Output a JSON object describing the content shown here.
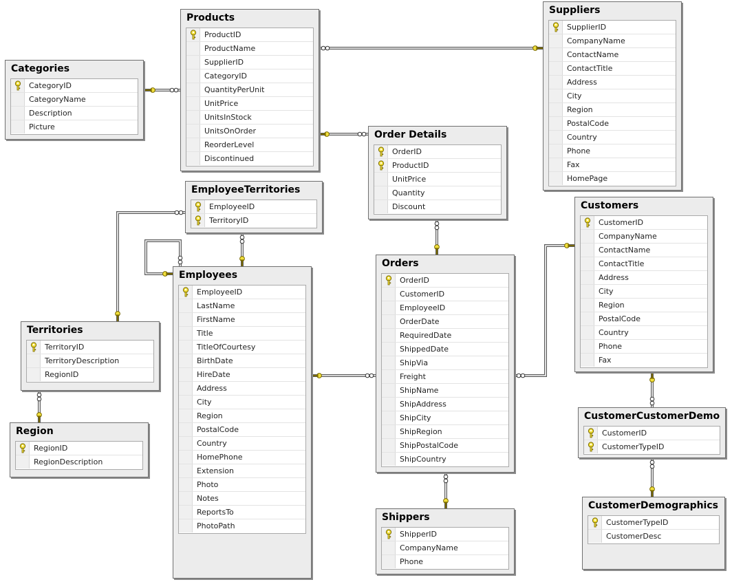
{
  "tables": [
    {
      "id": "products",
      "title": "Products",
      "columns": [
        {
          "name": "ProductID",
          "pk": true
        },
        {
          "name": "ProductName",
          "pk": false
        },
        {
          "name": "SupplierID",
          "pk": false
        },
        {
          "name": "CategoryID",
          "pk": false
        },
        {
          "name": "QuantityPerUnit",
          "pk": false
        },
        {
          "name": "UnitPrice",
          "pk": false
        },
        {
          "name": "UnitsInStock",
          "pk": false
        },
        {
          "name": "UnitsOnOrder",
          "pk": false
        },
        {
          "name": "ReorderLevel",
          "pk": false
        },
        {
          "name": "Discontinued",
          "pk": false
        }
      ]
    },
    {
      "id": "suppliers",
      "title": "Suppliers",
      "columns": [
        {
          "name": "SupplierID",
          "pk": true
        },
        {
          "name": "CompanyName",
          "pk": false
        },
        {
          "name": "ContactName",
          "pk": false
        },
        {
          "name": "ContactTitle",
          "pk": false
        },
        {
          "name": "Address",
          "pk": false
        },
        {
          "name": "City",
          "pk": false
        },
        {
          "name": "Region",
          "pk": false
        },
        {
          "name": "PostalCode",
          "pk": false
        },
        {
          "name": "Country",
          "pk": false
        },
        {
          "name": "Phone",
          "pk": false
        },
        {
          "name": "Fax",
          "pk": false
        },
        {
          "name": "HomePage",
          "pk": false
        }
      ]
    },
    {
      "id": "categories",
      "title": "Categories",
      "columns": [
        {
          "name": "CategoryID",
          "pk": true
        },
        {
          "name": "CategoryName",
          "pk": false
        },
        {
          "name": "Description",
          "pk": false
        },
        {
          "name": "Picture",
          "pk": false
        }
      ]
    },
    {
      "id": "order-details",
      "title": "Order Details",
      "columns": [
        {
          "name": "OrderID",
          "pk": true
        },
        {
          "name": "ProductID",
          "pk": true
        },
        {
          "name": "UnitPrice",
          "pk": false
        },
        {
          "name": "Quantity",
          "pk": false
        },
        {
          "name": "Discount",
          "pk": false
        }
      ]
    },
    {
      "id": "employee-territories",
      "title": "EmployeeTerritories",
      "columns": [
        {
          "name": "EmployeeID",
          "pk": true
        },
        {
          "name": "TerritoryID",
          "pk": true
        }
      ]
    },
    {
      "id": "customers",
      "title": "Customers",
      "columns": [
        {
          "name": "CustomerID",
          "pk": true
        },
        {
          "name": "CompanyName",
          "pk": false
        },
        {
          "name": "ContactName",
          "pk": false
        },
        {
          "name": "ContactTitle",
          "pk": false
        },
        {
          "name": "Address",
          "pk": false
        },
        {
          "name": "City",
          "pk": false
        },
        {
          "name": "Region",
          "pk": false
        },
        {
          "name": "PostalCode",
          "pk": false
        },
        {
          "name": "Country",
          "pk": false
        },
        {
          "name": "Phone",
          "pk": false
        },
        {
          "name": "Fax",
          "pk": false
        }
      ]
    },
    {
      "id": "orders",
      "title": "Orders",
      "columns": [
        {
          "name": "OrderID",
          "pk": true
        },
        {
          "name": "CustomerID",
          "pk": false
        },
        {
          "name": "EmployeeID",
          "pk": false
        },
        {
          "name": "OrderDate",
          "pk": false
        },
        {
          "name": "RequiredDate",
          "pk": false
        },
        {
          "name": "ShippedDate",
          "pk": false
        },
        {
          "name": "ShipVia",
          "pk": false
        },
        {
          "name": "Freight",
          "pk": false
        },
        {
          "name": "ShipName",
          "pk": false
        },
        {
          "name": "ShipAddress",
          "pk": false
        },
        {
          "name": "ShipCity",
          "pk": false
        },
        {
          "name": "ShipRegion",
          "pk": false
        },
        {
          "name": "ShipPostalCode",
          "pk": false
        },
        {
          "name": "ShipCountry",
          "pk": false
        }
      ]
    },
    {
      "id": "employees",
      "title": "Employees",
      "columns": [
        {
          "name": "EmployeeID",
          "pk": true
        },
        {
          "name": "LastName",
          "pk": false
        },
        {
          "name": "FirstName",
          "pk": false
        },
        {
          "name": "Title",
          "pk": false
        },
        {
          "name": "TitleOfCourtesy",
          "pk": false
        },
        {
          "name": "BirthDate",
          "pk": false
        },
        {
          "name": "HireDate",
          "pk": false
        },
        {
          "name": "Address",
          "pk": false
        },
        {
          "name": "City",
          "pk": false
        },
        {
          "name": "Region",
          "pk": false
        },
        {
          "name": "PostalCode",
          "pk": false
        },
        {
          "name": "Country",
          "pk": false
        },
        {
          "name": "HomePhone",
          "pk": false
        },
        {
          "name": "Extension",
          "pk": false
        },
        {
          "name": "Photo",
          "pk": false
        },
        {
          "name": "Notes",
          "pk": false
        },
        {
          "name": "ReportsTo",
          "pk": false
        },
        {
          "name": "PhotoPath",
          "pk": false
        }
      ]
    },
    {
      "id": "territories",
      "title": "Territories",
      "columns": [
        {
          "name": "TerritoryID",
          "pk": true
        },
        {
          "name": "TerritoryDescription",
          "pk": false
        },
        {
          "name": "RegionID",
          "pk": false
        }
      ]
    },
    {
      "id": "region",
      "title": "Region",
      "columns": [
        {
          "name": "RegionID",
          "pk": true
        },
        {
          "name": "RegionDescription",
          "pk": false
        }
      ]
    },
    {
      "id": "customer-customer-demo",
      "title": "CustomerCustomerDemo",
      "columns": [
        {
          "name": "CustomerID",
          "pk": true
        },
        {
          "name": "CustomerTypeID",
          "pk": true
        }
      ]
    },
    {
      "id": "shippers",
      "title": "Shippers",
      "columns": [
        {
          "name": "ShipperID",
          "pk": true
        },
        {
          "name": "CompanyName",
          "pk": false
        },
        {
          "name": "Phone",
          "pk": false
        }
      ]
    },
    {
      "id": "customer-demographics",
      "title": "CustomerDemographics",
      "columns": [
        {
          "name": "CustomerTypeID",
          "pk": true
        },
        {
          "name": "CustomerDesc",
          "pk": false
        }
      ]
    }
  ],
  "relationships": [
    {
      "one": "categories",
      "many": "products"
    },
    {
      "one": "suppliers",
      "many": "products"
    },
    {
      "one": "products",
      "many": "order-details"
    },
    {
      "one": "orders",
      "many": "order-details"
    },
    {
      "one": "territories",
      "many": "employee-territories"
    },
    {
      "one": "employees",
      "many": "employee-territories"
    },
    {
      "one": "employees",
      "many": "employees"
    },
    {
      "one": "region",
      "many": "territories"
    },
    {
      "one": "employees",
      "many": "orders"
    },
    {
      "one": "customers",
      "many": "orders"
    },
    {
      "one": "shippers",
      "many": "orders"
    },
    {
      "one": "customers",
      "many": "customer-customer-demo"
    },
    {
      "one": "customer-demographics",
      "many": "customer-customer-demo"
    }
  ],
  "colors": {
    "key": "#f2e03c",
    "key_outline": "#7a6a00",
    "link": "#5a5a5a",
    "header_bg": "#ececec"
  },
  "icons": {
    "primary_key": "key-icon",
    "one_end": "key-endpoint-icon",
    "many_end": "infinity-endpoint-icon"
  }
}
